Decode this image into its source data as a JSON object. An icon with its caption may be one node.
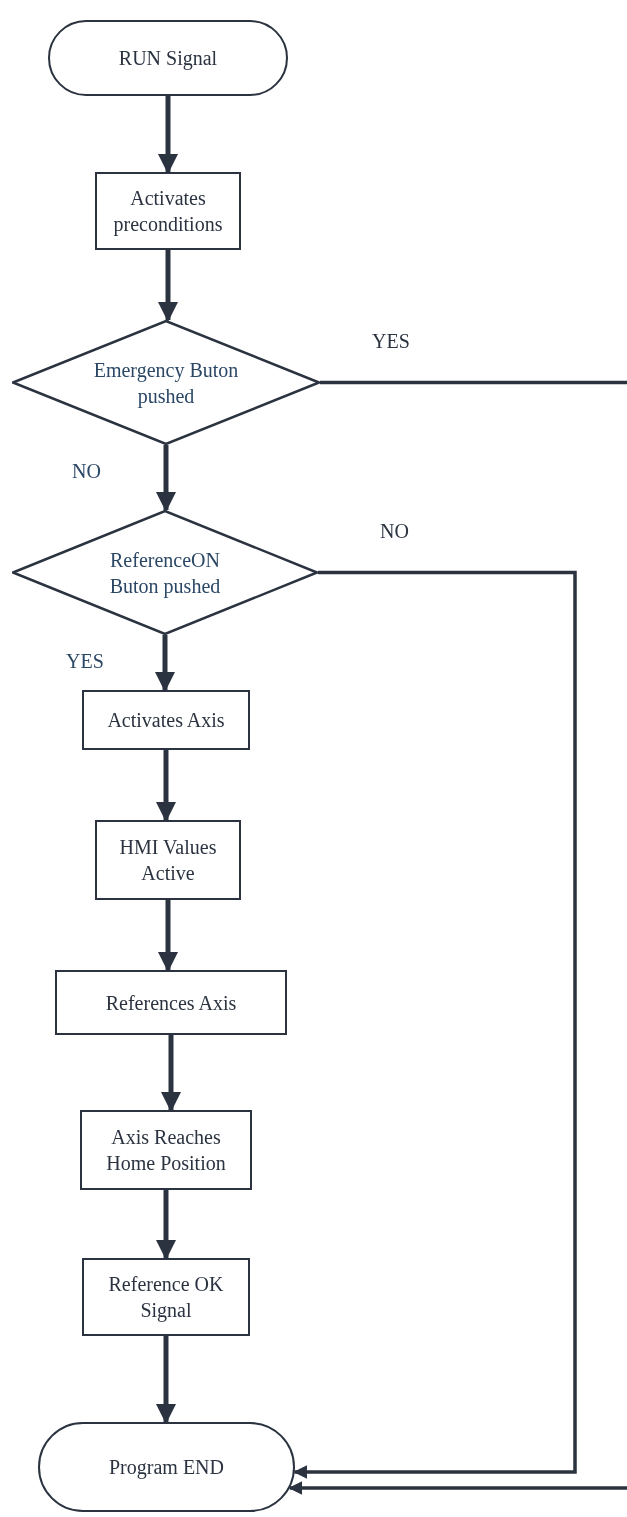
{
  "diagram": {
    "nodes": [
      {
        "text": [
          "RUN Signal"
        ]
      },
      {
        "text": [
          "Activates preconditions"
        ]
      },
      {
        "text": [
          "Emergency Buton pushed"
        ]
      },
      {
        "text": [
          "ReferenceON Buton pushed"
        ]
      },
      {
        "text": [
          "Activates Axis"
        ]
      },
      {
        "text": [
          "HMI Values Active"
        ]
      },
      {
        "text": [
          "References Axis"
        ]
      },
      {
        "text": [
          "Axis Reaches Home Position"
        ]
      },
      {
        "text": [
          "Reference OK Signal"
        ]
      },
      {
        "text": [
          "Program END"
        ]
      }
    ],
    "edges": [
      {
        "from": 0,
        "to": 1,
        "arrow": "to"
      },
      {
        "from": 1,
        "to": 2,
        "arrow": "to"
      },
      {
        "from": 2,
        "to": 3,
        "arrow": "to",
        "label": "NO"
      },
      {
        "from": 3,
        "to": 4,
        "arrow": "to",
        "label": "YES"
      },
      {
        "from": 4,
        "to": 5,
        "arrow": "to"
      },
      {
        "from": 5,
        "to": 6,
        "arrow": "to"
      },
      {
        "from": 6,
        "to": 7,
        "arrow": "to"
      },
      {
        "from": 7,
        "to": 8,
        "arrow": "to"
      },
      {
        "from": 8,
        "to": 9,
        "arrow": "to"
      },
      {
        "from": 3,
        "to": 9,
        "arrow": "to",
        "label": "NO"
      },
      {
        "from": 2,
        "to": null,
        "arrow": "none",
        "label": "YES"
      },
      {
        "from": null,
        "to": 9,
        "arrow": "to"
      }
    ]
  }
}
